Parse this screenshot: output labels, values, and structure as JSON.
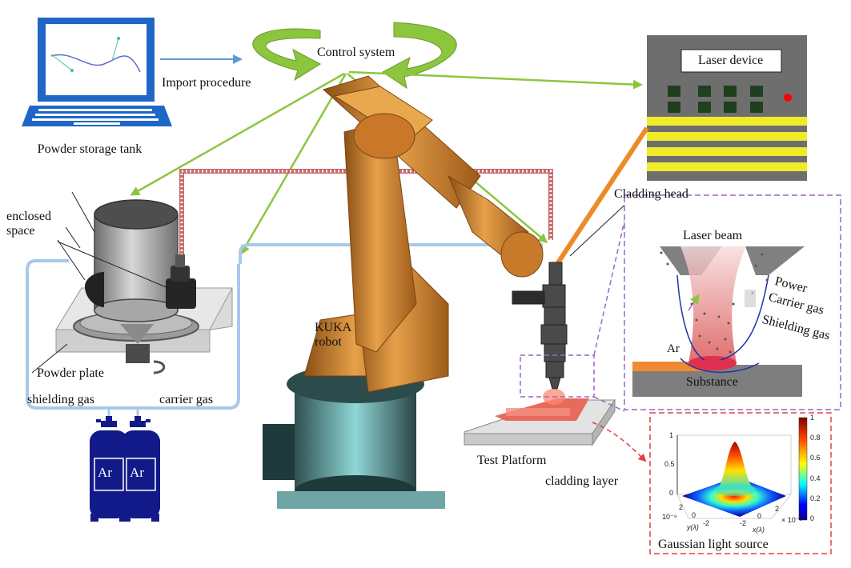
{
  "labels": {
    "import_procedure": "Import procedure",
    "control_system": "Control system",
    "laser_device": "Laser device",
    "powder_storage_tank": "Powder storage tank",
    "enclosed_space": "enclosed space",
    "powder_plate": "Powder plate",
    "shielding_gas": "shielding gas",
    "carrier_gas": "carrier gas",
    "ar": "Ar",
    "kuka_robot": "KUKA robot",
    "cladding_head": "Cladding head",
    "test_platform": "Test Platform",
    "cladding_layer": "cladding layer",
    "laser_beam": "Laser beam",
    "power": "Power",
    "carrier_gas_inset": "Carrier gas",
    "shielding_gas_inset": "Shielding gas",
    "substance": "Substance",
    "gaussian_light_source": "Gaussian light source"
  },
  "plot": {
    "z_ticks": [
      "1",
      "0.5",
      "0"
    ],
    "colorbar_ticks": [
      "1",
      "0.8",
      "0.6",
      "0.4",
      "0.2",
      "0"
    ],
    "y_axis_label": "y(λ)",
    "x_axis_label": "x(λ)",
    "y_ticks": [
      "2",
      "0",
      "-2"
    ],
    "x_ticks": [
      "-2",
      "0",
      "2"
    ],
    "exp_label_left": "10⁻⁹",
    "exp_label_right": "× 10⁻⁹"
  },
  "colors": {
    "arrow_green": "#8cc63f",
    "arrow_blue": "#5b9bd5",
    "gas_line": "#a9c9e8",
    "robot_orange": "#d9892e",
    "dashed_purple": "#9966cc",
    "dashed_red": "#e04040",
    "bottle_blue": "#121a8a",
    "laser_panel": "#6e6e6e",
    "laser_stripe": "#f0ec2a"
  }
}
